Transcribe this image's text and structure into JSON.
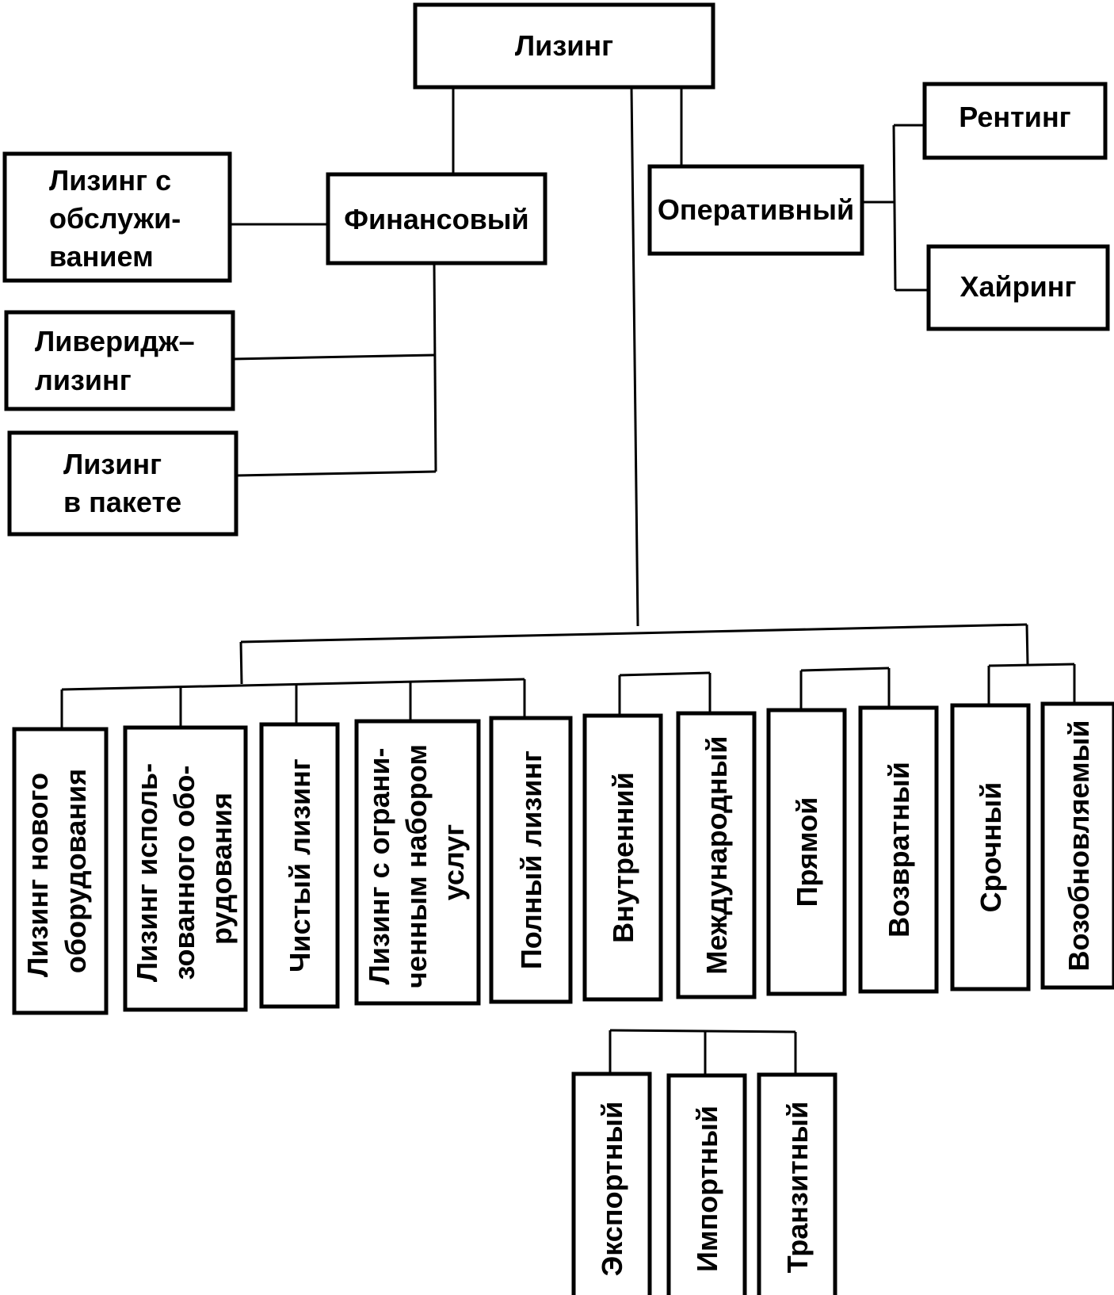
{
  "diagram": {
    "root": "Лизинг",
    "financial": {
      "label": "Финансовый",
      "children": [
        [
          "Лизинг с",
          "обслужи-",
          "ванием"
        ],
        [
          "Ливеридж–",
          "лизинг"
        ],
        [
          "Лизинг",
          "в пакете"
        ]
      ]
    },
    "operational": {
      "label": "Оперативный",
      "children": [
        "Рентинг",
        "Хайринг"
      ]
    },
    "bottom": [
      [
        "Лизинг нового",
        "оборудования"
      ],
      [
        "Лизинг исполь-",
        "зованного обо-",
        "рудования"
      ],
      [
        "Чистый лизинг"
      ],
      [
        "Лизинг с ограни-",
        "ченным набором",
        "услуг"
      ],
      [
        "Полный лизинг"
      ],
      [
        "Внутренний"
      ],
      [
        "Международный"
      ],
      [
        "Прямой"
      ],
      [
        "Возвратный"
      ],
      [
        "Срочный"
      ],
      [
        "Возобновляемый"
      ]
    ],
    "international_children": [
      "Экспортный",
      "Импортный",
      "Транзитный"
    ]
  }
}
